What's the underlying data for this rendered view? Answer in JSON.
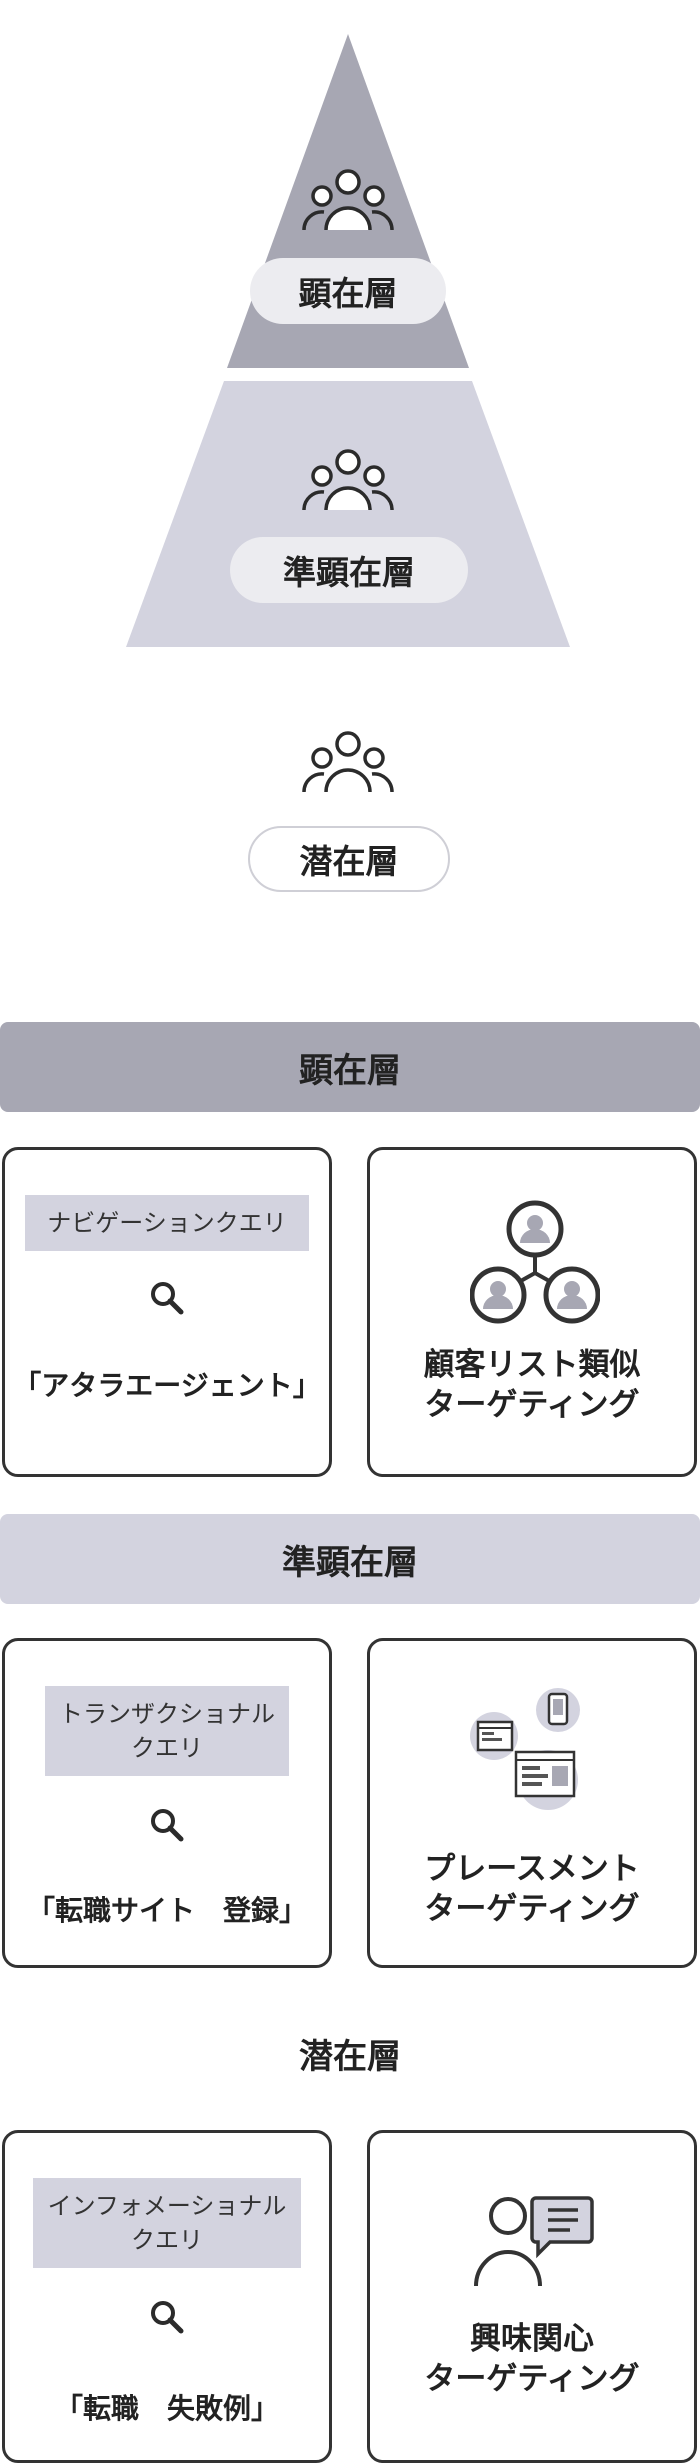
{
  "pyramid": {
    "top_label": "顕在層",
    "middle_label": "準顕在層",
    "bottom_label": "潜在層"
  },
  "sections": [
    {
      "title": "顕在層",
      "query_label": "ナビゲーションクエリ",
      "query_example": "「アタラエージェント」",
      "targeting_line1": "顧客リスト類似",
      "targeting_line2": "ターゲティング"
    },
    {
      "title": "準顕在層",
      "query_label_line1": "トランザクショナル",
      "query_label_line2": "クエリ",
      "query_example": "「転職サイト　登録」",
      "targeting_line1": "プレースメント",
      "targeting_line2": "ターゲティング"
    },
    {
      "title": "潜在層",
      "query_label_line1": "インフォメーショナル",
      "query_label_line2": "クエリ",
      "query_example": "「転職　失敗例」",
      "targeting_line1": "興味関心",
      "targeting_line2": "ターゲティング"
    }
  ],
  "colors": {
    "top_tier": "#a7a7b3",
    "middle_tier": "#d3d3df",
    "pill_light": "#ececf0",
    "border": "#333333"
  },
  "icons": [
    "people-group-icon",
    "search-icon",
    "network-users-icon",
    "devices-icon",
    "person-chat-icon"
  ]
}
